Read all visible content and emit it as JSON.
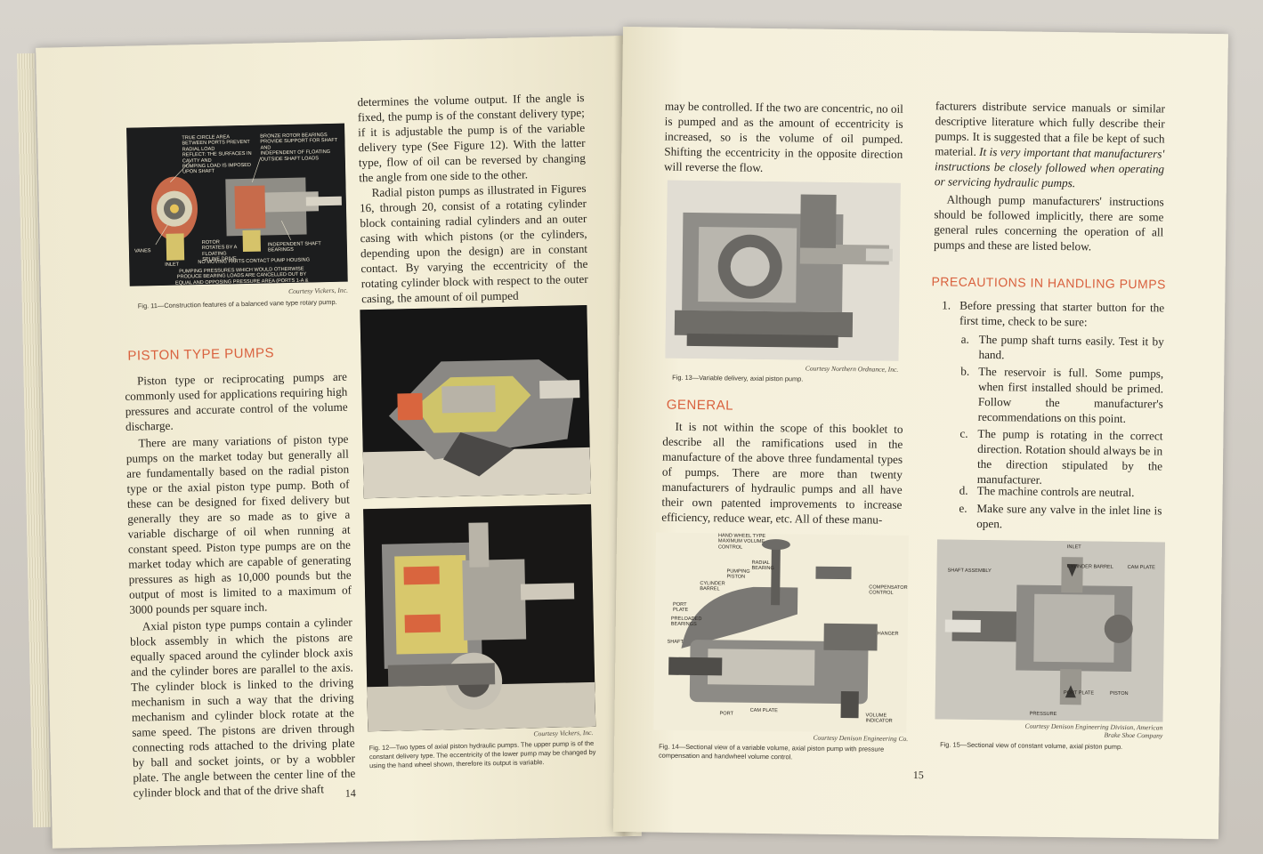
{
  "left_page": {
    "fig11": {
      "labels": [
        "True circle area between ports prevent radial load\nReflect: the surfaces in cavity and\npumping load is imposed upon shaft",
        "Bronze rotor bearings provide support for shaft and\nindependent of floating outside shaft loads",
        "Vanes",
        "Inlet",
        "Rotor rotates by a floating spline drive",
        "Independent shaft bearings",
        "No moving parts contact pump housing",
        "Pumping pressures which would otherwise produce bearing loads are cancelled out by equal and opposing pressure area (ports 1-A & ports B-B)"
      ],
      "courtesy": "Courtesy Vickers, Inc.",
      "caption": "Fig. 11—Construction features of a balanced vane type rotary pump."
    },
    "col1": {
      "heading": "PISTON TYPE PUMPS",
      "paragraphs": [
        "Piston type or reciprocating pumps are commonly used for applications requiring high pressures and accurate control of the volume discharge.",
        "There are many variations of piston type pumps on the market today but generally all are fundamentally based on the radial piston type or the axial piston type pump. Both of these can be designed for fixed delivery but generally they are so made as to give a variable discharge of oil when running at constant speed. Piston type pumps are on the market today which are capable of generating pressures as high as 10,000 pounds but the output of most is limited to a maximum of 3000 pounds per square inch.",
        "Axial piston type pumps contain a cylinder block assembly in which the pistons are equally spaced around the cylinder block axis and the cylinder bores are parallel to the axis. The cylinder block is linked to the driving mechanism in such a way that the driving mechanism and cylinder block rotate at the same speed. The pistons are driven through connecting rods attached to the driving plate by ball and socket joints, or by a wobbler plate. The angle between the center line of the cylinder block and that of the drive shaft"
      ]
    },
    "col2": {
      "paragraphs": [
        "determines the volume output. If the angle is fixed, the pump is of the constant delivery type; if it is adjustable the pump is of the variable delivery type (See Figure 12). With the latter type, flow of oil can be reversed by changing the angle from one side to the other.",
        "Radial piston pumps as illustrated in Figures 16, through 20, consist of a rotating cylinder block containing radial cylinders and an outer casing with which pistons (or the cylinders, depending upon the design) are in constant contact. By varying the eccentricity of the rotating cylinder block with respect to the outer casing, the amount of oil pumped"
      ]
    },
    "fig12": {
      "courtesy": "Courtesy Vickers, Inc.",
      "caption": "Fig. 12—Two types of axial piston hydraulic pumps. The upper pump is of the constant delivery type. The eccentricity of the lower pump may be changed by using the hand wheel shown, therefore its output is variable."
    },
    "page_number": "14"
  },
  "right_page": {
    "col1_top": "may be controlled. If the two are concentric, no oil is pumped and as the amount of eccentricity is increased, so is the volume of oil pumped. Shifting the eccentricity in the opposite direction will reverse the flow.",
    "fig13": {
      "courtesy": "Courtesy Northern Ordnance, Inc.",
      "caption": "Fig. 13—Variable delivery, axial piston pump."
    },
    "general": {
      "heading": "GENERAL",
      "paragraph": "It is not within the scope of this booklet to describe all the ramifications used in the manufacture of the above three fundamental types of pumps. There are more than twenty manufacturers of hydraulic pumps and all have their own patented improvements to increase efficiency, reduce wear, etc. All of these manu-"
    },
    "fig14": {
      "labels": [
        "Hand wheel type maximum volume control",
        "Radial bearing",
        "Pumping piston",
        "Cylinder barrel",
        "Compensator control",
        "Port plate",
        "Preloaded bearings",
        "Hanger",
        "Shaft",
        "Port",
        "Cam plate",
        "Volume indicator"
      ],
      "courtesy": "Courtesy Denison Engineering Co.",
      "caption": "Fig. 14—Sectional view of a variable volume, axial piston pump with pressure compensation and handwheel volume control."
    },
    "col2_top": {
      "p1_plain": "facturers distribute service manuals or similar descriptive literature which fully describe their pumps. It is suggested that a file be kept of such material. ",
      "p1_italic": "It is very important that manufacturers' instructions be closely followed when operating or servicing hydraulic pumps.",
      "p2": "Although pump manufacturers' instructions should be followed implicitly, there are some general rules concerning the operation of all pumps and these are listed below."
    },
    "precautions": {
      "heading": "PRECAUTIONS IN HANDLING PUMPS",
      "item1_num": "1.",
      "item1": "Before pressing that starter button for the first time, check to be sure:",
      "items": [
        {
          "mark": "a.",
          "text": "The pump shaft turns easily. Test it by hand."
        },
        {
          "mark": "b.",
          "text": "The reservoir is full. Some pumps, when first installed should be primed. Follow the manufacturer's recommendations on this point."
        },
        {
          "mark": "c.",
          "text": "The pump is rotating in the correct direction. Rotation should always be in the direction stipulated by the manufacturer."
        },
        {
          "mark": "d.",
          "text": "The machine controls are neutral."
        },
        {
          "mark": "e.",
          "text": "Make sure any valve in the inlet line is open."
        }
      ]
    },
    "fig15": {
      "labels": [
        "Inlet",
        "Shaft assembly",
        "Cylinder barrel",
        "Cam plate",
        "Port plate",
        "Piston",
        "Pressure"
      ],
      "courtesy": "Courtesy Denison Engineering Division, American Brake Shoe Company",
      "caption": "Fig. 15—Sectional view of constant volume, axial piston pump."
    },
    "page_number": "15"
  },
  "colors": {
    "paper": "#f4efd9",
    "heading": "#d9613e",
    "ink": "#2a2620"
  }
}
